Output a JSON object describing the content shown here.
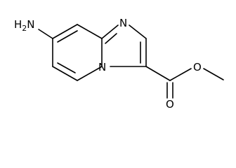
{
  "molecule": {
    "atoms": {
      "amine": "H2N",
      "ring_n_imidazole": "N",
      "ring_n_bridge": "N",
      "carbonyl_o": "O",
      "ester_o": "O"
    }
  },
  "colors": {
    "bond": "#000000",
    "label": "#000000",
    "background": "#ffffff"
  }
}
